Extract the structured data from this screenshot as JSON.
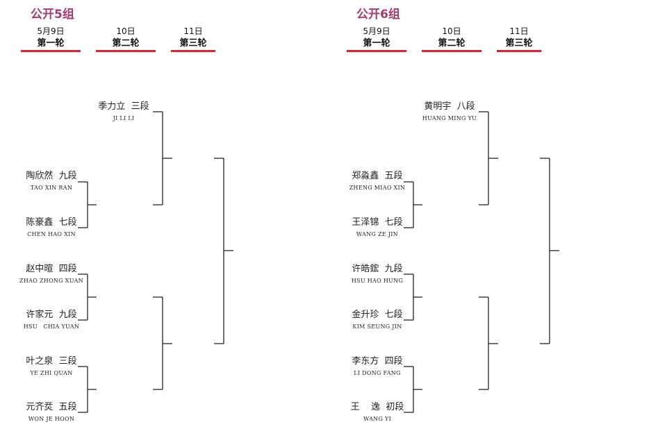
{
  "groups": [
    {
      "title": "公开5组",
      "rounds": [
        {
          "date": "5月9日",
          "name": "第一轮"
        },
        {
          "date": "10日",
          "name": "第二轮"
        },
        {
          "date": "11日",
          "name": "第三轮"
        }
      ],
      "players": [
        {
          "name": "季力立  三段",
          "en": "JI LI LI"
        },
        {
          "name": "陶欣然  九段",
          "en": "TAO XIN RAN"
        },
        {
          "name": "陈豪鑫  七段",
          "en": "CHEN HAO XIN"
        },
        {
          "name": "赵中暄  四段",
          "en": "ZHAO ZHONG XUAN"
        },
        {
          "name": "许家元  九段",
          "en": "HSU   CHIA YUAN"
        },
        {
          "name": "叶之泉  三段",
          "en": "YE ZHI QUAN"
        },
        {
          "name": "元齐烎  五段",
          "en": "WON JE HOON"
        }
      ]
    },
    {
      "title": "公开6组",
      "rounds": [
        {
          "date": "5月9日",
          "name": "第一轮"
        },
        {
          "date": "10日",
          "name": "第二轮"
        },
        {
          "date": "11日",
          "name": "第三轮"
        }
      ],
      "players": [
        {
          "name": "黄明宇  八段",
          "en": "HUANG MING YU"
        },
        {
          "name": "郑淼鑫  五段",
          "en": "ZHENG MIAO XIN"
        },
        {
          "name": "王泽锦  七段",
          "en": "WANG ZE JIN"
        },
        {
          "name": "许皓鋐  九段",
          "en": "HSU HAO HUNG"
        },
        {
          "name": "金升珍  七段",
          "en": "KIM SEUNG JIN"
        },
        {
          "name": "李东方  四段",
          "en": "LI DONG FANG"
        },
        {
          "name": "王    逸  初段",
          "en": "WANG YI"
        }
      ]
    }
  ]
}
